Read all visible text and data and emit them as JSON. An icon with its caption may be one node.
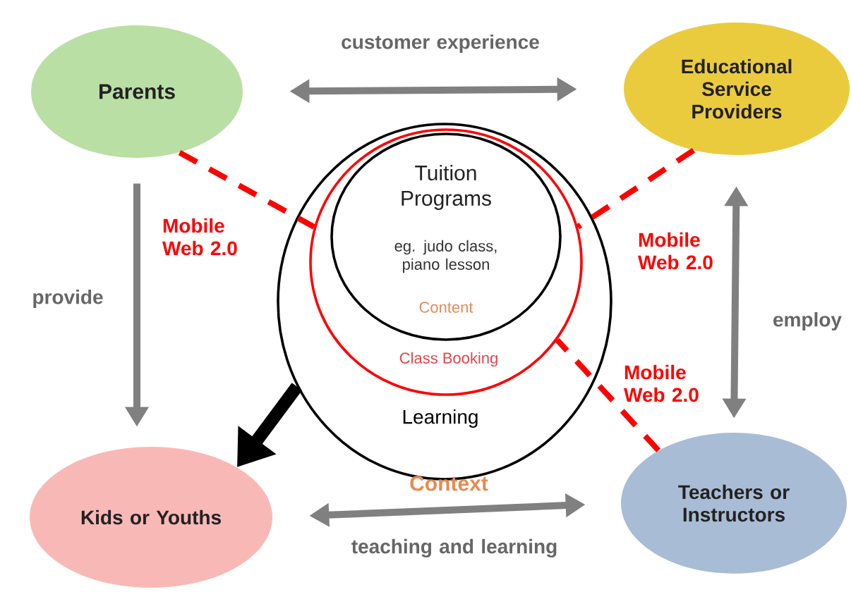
{
  "diagram": {
    "nodes": [
      {
        "text": [
          "Parents"
        ]
      },
      {
        "text": [
          "Educational Service Providers"
        ]
      },
      {
        "text": [
          "Kids or Youths"
        ]
      },
      {
        "text": [
          "Teachers or Instructors"
        ]
      },
      {
        "text": [
          "Learning"
        ]
      },
      {
        "text": [
          "Class Booking"
        ],
        "in": 4
      },
      {
        "text": [
          "Tuition Programs",
          "eg. judo class, piano lesson",
          "Content"
        ],
        "in": 5
      }
    ],
    "edges": [
      {
        "from": 0,
        "to": 1,
        "arrow": "both",
        "label": "customer experience"
      },
      {
        "from": 0,
        "to": 2,
        "arrow": "to",
        "label": "provide"
      },
      {
        "from": 1,
        "to": 3,
        "arrow": "both",
        "label": "employ"
      },
      {
        "from": 2,
        "to": 3,
        "arrow": "both",
        "label": "teaching and learning"
      },
      {
        "from": 4,
        "to": 2,
        "arrow": "to",
        "style": "thick",
        "color": "#000000"
      },
      {
        "from": 0,
        "to": 5,
        "arrow": "none",
        "style": "dashed",
        "color": "#ff0000",
        "label": "Mobile Web 2.0"
      },
      {
        "from": 1,
        "to": 5,
        "arrow": "none",
        "style": "dashed",
        "color": "#ff0000",
        "label": "Mobile Web 2.0"
      },
      {
        "from": 3,
        "to": 5,
        "arrow": "none",
        "style": "dashed",
        "color": "#ff0000",
        "label": "Mobile Web 2.0"
      }
    ],
    "labels": [
      "Context"
    ]
  }
}
